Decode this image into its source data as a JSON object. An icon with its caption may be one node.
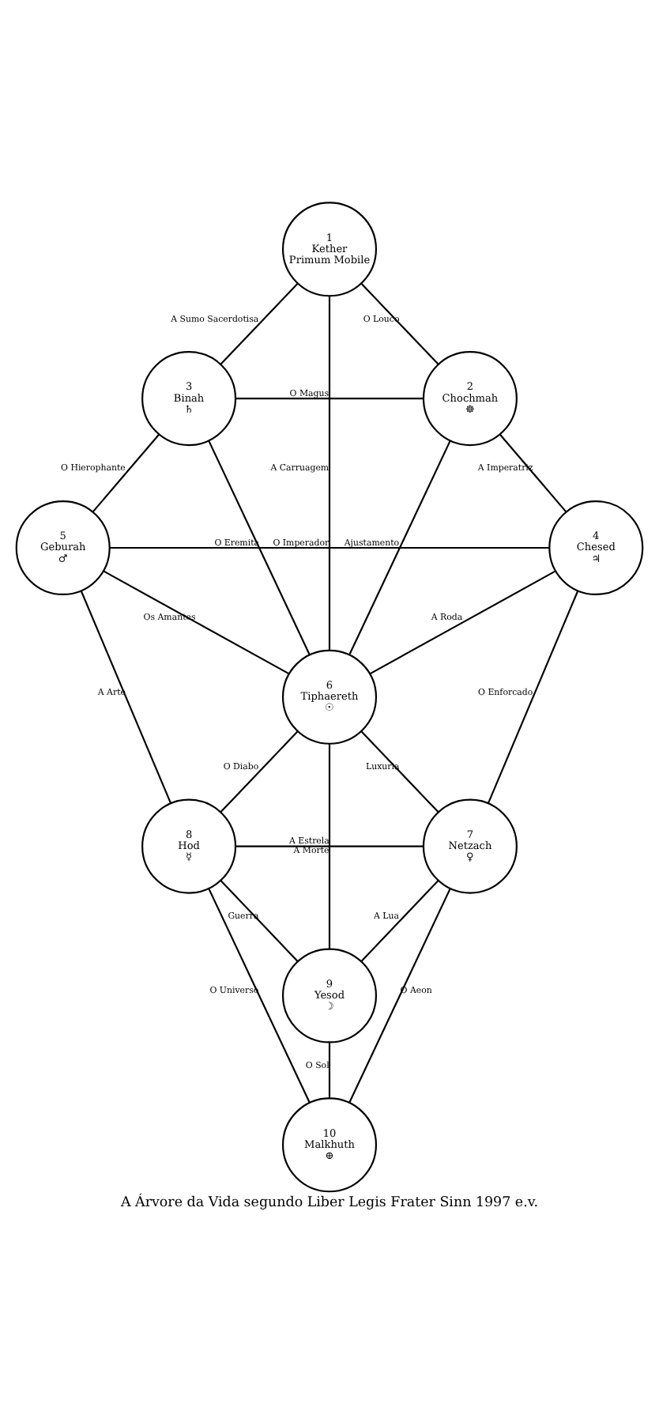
{
  "diagram": {
    "caption": "A Árvore da Vida segundo Liber Legis Frater Sinn 1997 e.v.",
    "nodes": [
      {
        "text": [
          "1",
          "Kether",
          "Primum Mobile"
        ]
      },
      {
        "text": [
          "3",
          "Binah",
          "♄"
        ]
      },
      {
        "text": [
          "2",
          "Chochmah",
          "☸"
        ]
      },
      {
        "text": [
          "5",
          "Geburah",
          "♂"
        ]
      },
      {
        "text": [
          "4",
          "Chesed",
          "♃"
        ]
      },
      {
        "text": [
          "6",
          "Tiphaereth",
          "☉"
        ]
      },
      {
        "text": [
          "8",
          "Hod",
          "☿"
        ]
      },
      {
        "text": [
          "7",
          "Netzach",
          "♀"
        ]
      },
      {
        "text": [
          "9",
          "Yesod",
          "☽"
        ]
      },
      {
        "text": [
          "10",
          "Malkhuth",
          "⊕"
        ]
      }
    ],
    "edges": [
      {
        "from": 0,
        "to": 1,
        "arrow": "none",
        "label": "A Sumo Sacerdotisa"
      },
      {
        "from": 0,
        "to": 2,
        "arrow": "none",
        "label": "O Louco"
      },
      {
        "from": 1,
        "to": 2,
        "arrow": "none",
        "label": "O Magus"
      },
      {
        "from": 0,
        "to": 5,
        "arrow": "none",
        "label": "A Carruagem"
      },
      {
        "from": 1,
        "to": 3,
        "arrow": "none",
        "label": "O Hierophante"
      },
      {
        "from": 2,
        "to": 4,
        "arrow": "none",
        "label": "A Imperatriz"
      },
      {
        "from": 1,
        "to": 5,
        "arrow": "none",
        "label": "O Eremita"
      },
      {
        "from": 2,
        "to": 5,
        "arrow": "none",
        "label": "Ajustamento"
      },
      {
        "from": 3,
        "to": 4,
        "arrow": "none",
        "label": "O Imperador"
      },
      {
        "from": 3,
        "to": 5,
        "arrow": "none",
        "label": "Os Amantes"
      },
      {
        "from": 4,
        "to": 5,
        "arrow": "none",
        "label": "A Roda"
      },
      {
        "from": 3,
        "to": 6,
        "arrow": "none",
        "label": "A Arte"
      },
      {
        "from": 4,
        "to": 7,
        "arrow": "none",
        "label": "O Enforcado"
      },
      {
        "from": 5,
        "to": 6,
        "arrow": "none",
        "label": "O Diabo"
      },
      {
        "from": 5,
        "to": 7,
        "arrow": "none",
        "label": "Luxuria"
      },
      {
        "from": 5,
        "to": 8,
        "arrow": "none",
        "label": "A Estrela"
      },
      {
        "from": 6,
        "to": 7,
        "arrow": "none",
        "label": "A Morte"
      },
      {
        "from": 6,
        "to": 8,
        "arrow": "none",
        "label": "Guerra"
      },
      {
        "from": 7,
        "to": 8,
        "arrow": "none",
        "label": "A Lua"
      },
      {
        "from": 6,
        "to": 9,
        "arrow": "none",
        "label": "O Universo"
      },
      {
        "from": 7,
        "to": 9,
        "arrow": "none",
        "label": "O Aeon"
      },
      {
        "from": 8,
        "to": 9,
        "arrow": "none",
        "label": "O Sol"
      }
    ]
  }
}
